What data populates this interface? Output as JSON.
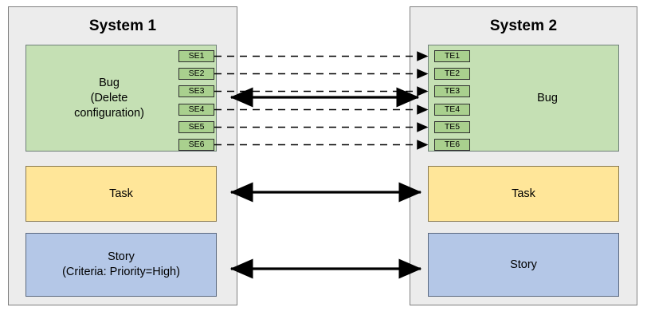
{
  "diagram": {
    "title_hidden": "",
    "systems": [
      {
        "name": "system-1",
        "title": "System 1",
        "entities": [
          {
            "type": "bug",
            "label": "Bug\n(Delete\nconfiguration)"
          },
          {
            "type": "task",
            "label": "Task"
          },
          {
            "type": "story",
            "label": "Story\n(Criteria: Priority=High)"
          }
        ],
        "sub_items": [
          "SE1",
          "SE2",
          "SE3",
          "SE4",
          "SE5",
          "SE6"
        ]
      },
      {
        "name": "system-2",
        "title": "System 2",
        "entities": [
          {
            "type": "bug",
            "label": "Bug"
          },
          {
            "type": "task",
            "label": "Task"
          },
          {
            "type": "story",
            "label": "Story"
          }
        ],
        "sub_items": [
          "TE1",
          "TE2",
          "TE3",
          "TE4",
          "TE5",
          "TE6"
        ]
      }
    ],
    "connections": [
      {
        "name": "se1-te1",
        "style": "dashed",
        "direction": "none"
      },
      {
        "name": "se2-te2",
        "style": "dashed",
        "direction": "none"
      },
      {
        "name": "se3-te3",
        "style": "dashed",
        "direction": "none"
      },
      {
        "name": "se4-te4",
        "style": "dashed",
        "direction": "none"
      },
      {
        "name": "se5-te5",
        "style": "dashed",
        "direction": "none"
      },
      {
        "name": "se6-te6",
        "style": "dashed",
        "direction": "none"
      },
      {
        "name": "bug-sync",
        "style": "solid",
        "direction": "bidirectional"
      },
      {
        "name": "task-sync",
        "style": "solid",
        "direction": "bidirectional"
      },
      {
        "name": "story-sync",
        "style": "solid",
        "direction": "bidirectional"
      }
    ],
    "colors": {
      "panel_fill": "#ECECEC",
      "panel_stroke": "#7F7F7F",
      "bug_fill": "#C5E0B4",
      "sub_item_fill": "#A9D08E",
      "task_fill": "#FFE699",
      "story_fill": "#B4C7E7",
      "connector": "#000000",
      "background": "#FFFFFF"
    }
  }
}
